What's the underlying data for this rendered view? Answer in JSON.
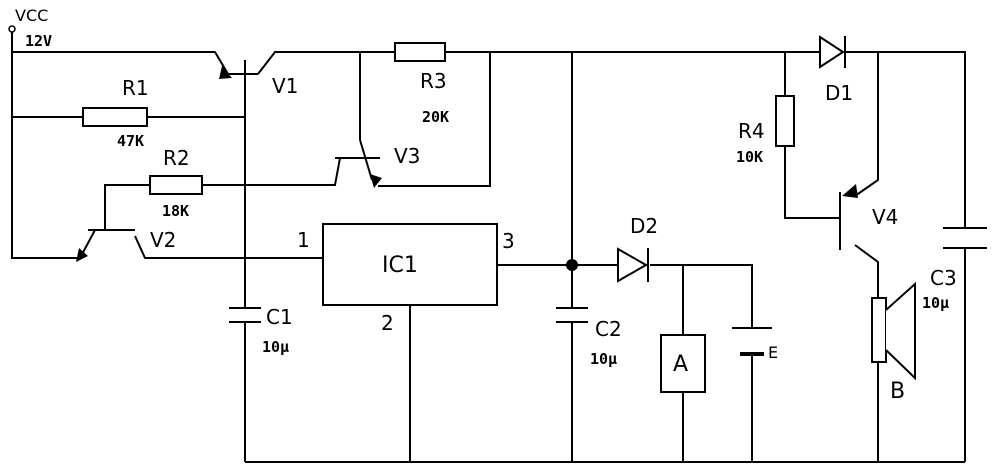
{
  "supply": {
    "name": "VCC",
    "voltage": "12V"
  },
  "resistors": [
    {
      "id": "R1",
      "value": "47K"
    },
    {
      "id": "R2",
      "value": "18K"
    },
    {
      "id": "R3",
      "value": "20K"
    },
    {
      "id": "R4",
      "value": "10K"
    }
  ],
  "transistors": [
    "V1",
    "V2",
    "V3",
    "V4"
  ],
  "capacitors": [
    {
      "id": "C1",
      "value": "10μ"
    },
    {
      "id": "C2",
      "value": "10μ"
    },
    {
      "id": "C3",
      "value": "10μ"
    }
  ],
  "diodes": [
    "D1",
    "D2"
  ],
  "ic": {
    "name": "IC1",
    "pins": [
      "1",
      "2",
      "3"
    ]
  },
  "parts": {
    "meter": "A",
    "battery": "E",
    "speaker": "B"
  }
}
